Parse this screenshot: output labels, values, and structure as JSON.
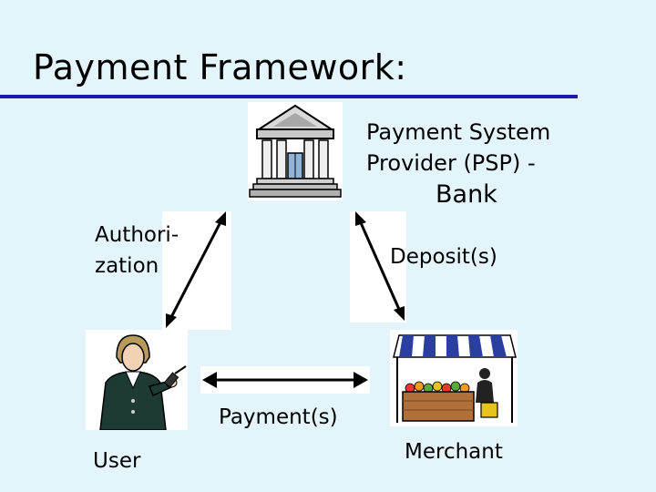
{
  "title": "Payment Framework:",
  "colors": {
    "background": "#e4f4fb",
    "title_rule": "#1c1ab2",
    "arrow": "#000000",
    "awning_blue": "#2b3fa0",
    "user_suit": "#1d3a34"
  },
  "icons": {
    "bank": "bank-building-icon",
    "user": "user-with-phone-icon",
    "merchant": "market-stall-icon"
  },
  "nodes": {
    "psp": {
      "line1": "Payment System",
      "line2": "Provider (PSP) -",
      "line3": "Bank"
    },
    "user": {
      "label": "User"
    },
    "merchant": {
      "label": "Merchant"
    }
  },
  "edges": {
    "authorization": {
      "line1": "Authori-",
      "line2": "zation"
    },
    "deposit": {
      "label": "Deposit(s)"
    },
    "payment": {
      "label": "Payment(s)"
    }
  }
}
